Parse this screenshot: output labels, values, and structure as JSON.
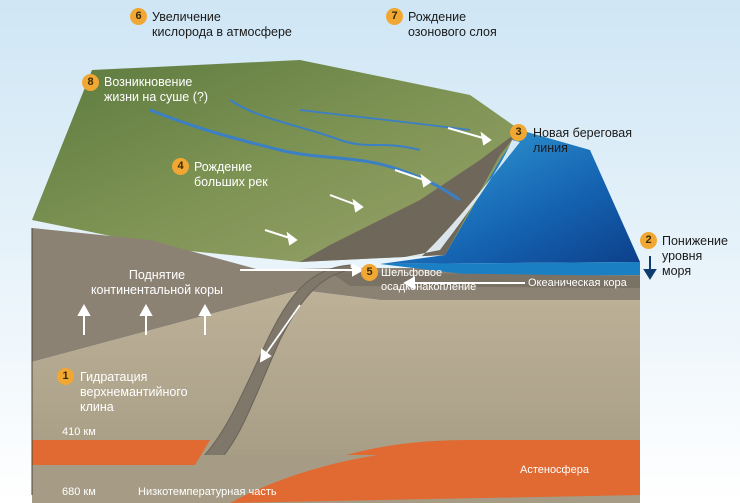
{
  "callouts": [
    {
      "num": "6",
      "line1": "Увеличение",
      "line2": "кислорода в атмосфере"
    },
    {
      "num": "7",
      "line1": "Рождение",
      "line2": "озонового слоя"
    },
    {
      "num": "8",
      "line1": "Возникновение",
      "line2": "жизни на суше (?)"
    },
    {
      "num": "3",
      "line1": "Новая береговая",
      "line2": "линия"
    },
    {
      "num": "4",
      "line1": "Рождение",
      "line2": "больших рек"
    },
    {
      "num": "2",
      "line1": "Понижение",
      "line2": "уровня",
      "line3": "моря"
    },
    {
      "num": "5",
      "line1": "Шельфовое",
      "line2": "осадконакопление"
    },
    {
      "num": "1",
      "line1": "Гидратация",
      "line2": "верхнемантийного",
      "line3": "клина"
    }
  ],
  "labels": {
    "uplift_line1": "Поднятие",
    "uplift_line2": "континентальной коры",
    "oceanic_crust": "Океаническая кора",
    "asthenosphere": "Астеносфера",
    "depth_410": "410 км",
    "depth_680": "680 км",
    "low_temp": "Низкотемпературная часть"
  },
  "colors": {
    "badge": "#f1a733",
    "asthenosphere": "#e06a32",
    "ocean": "#1b7fc4",
    "land": "#6f8a4c",
    "crust": "#8c8274",
    "mantle": "#b8ad93"
  }
}
